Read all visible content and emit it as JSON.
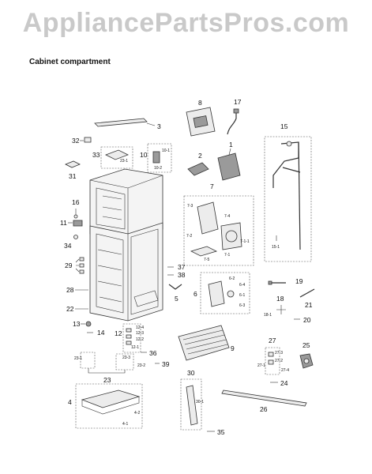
{
  "watermark": "AppliancePartsPros.com",
  "section_title": "Cabinet compartment",
  "labels": {
    "p1": "1",
    "p2": "2",
    "p3": "3",
    "p4": "4",
    "p4_1": "4-1",
    "p4_2": "4-2",
    "p5": "5",
    "p6": "6",
    "p6_1": "6-1",
    "p6_2": "6-2",
    "p6_3": "6-3",
    "p6_4": "6-4",
    "p7": "7",
    "p7_1": "7-1",
    "p7_2": "7-2",
    "p7_3": "7-3",
    "p7_4": "7-4",
    "p7_5": "7-5",
    "p7_1_1": "7-1-1",
    "p8": "8",
    "p9": "9",
    "p10": "10",
    "p10_1": "10-1",
    "p10_2": "10-2",
    "p11": "11",
    "p12": "12",
    "p12_1": "12-1",
    "p12_2": "12-2",
    "p12_3": "12-3",
    "p12_4": "12-4",
    "p13": "13",
    "p14": "14",
    "p15": "15",
    "p15_1": "15-1",
    "p16": "16",
    "p17": "17",
    "p18": "18",
    "p18_1": "18-1",
    "p19": "19",
    "p20": "20",
    "p21": "21",
    "p22": "22",
    "p23": "23",
    "p23_1": "23-1",
    "p23_2": "23-2",
    "p23_3": "23-3",
    "p24": "24",
    "p25": "25",
    "p26": "26",
    "p27": "27",
    "p27_1": "27-1",
    "p27_2": "27-2",
    "p27_3": "27-3",
    "p27_4": "27-4",
    "p28": "28",
    "p29": "29",
    "p30": "30",
    "p30_1": "30-1",
    "p31": "31",
    "p32": "32",
    "p33": "33",
    "p33_1": "23-1",
    "p34": "34",
    "p35": "35",
    "p36": "36",
    "p37": "37",
    "p38": "38",
    "p39": "39"
  }
}
